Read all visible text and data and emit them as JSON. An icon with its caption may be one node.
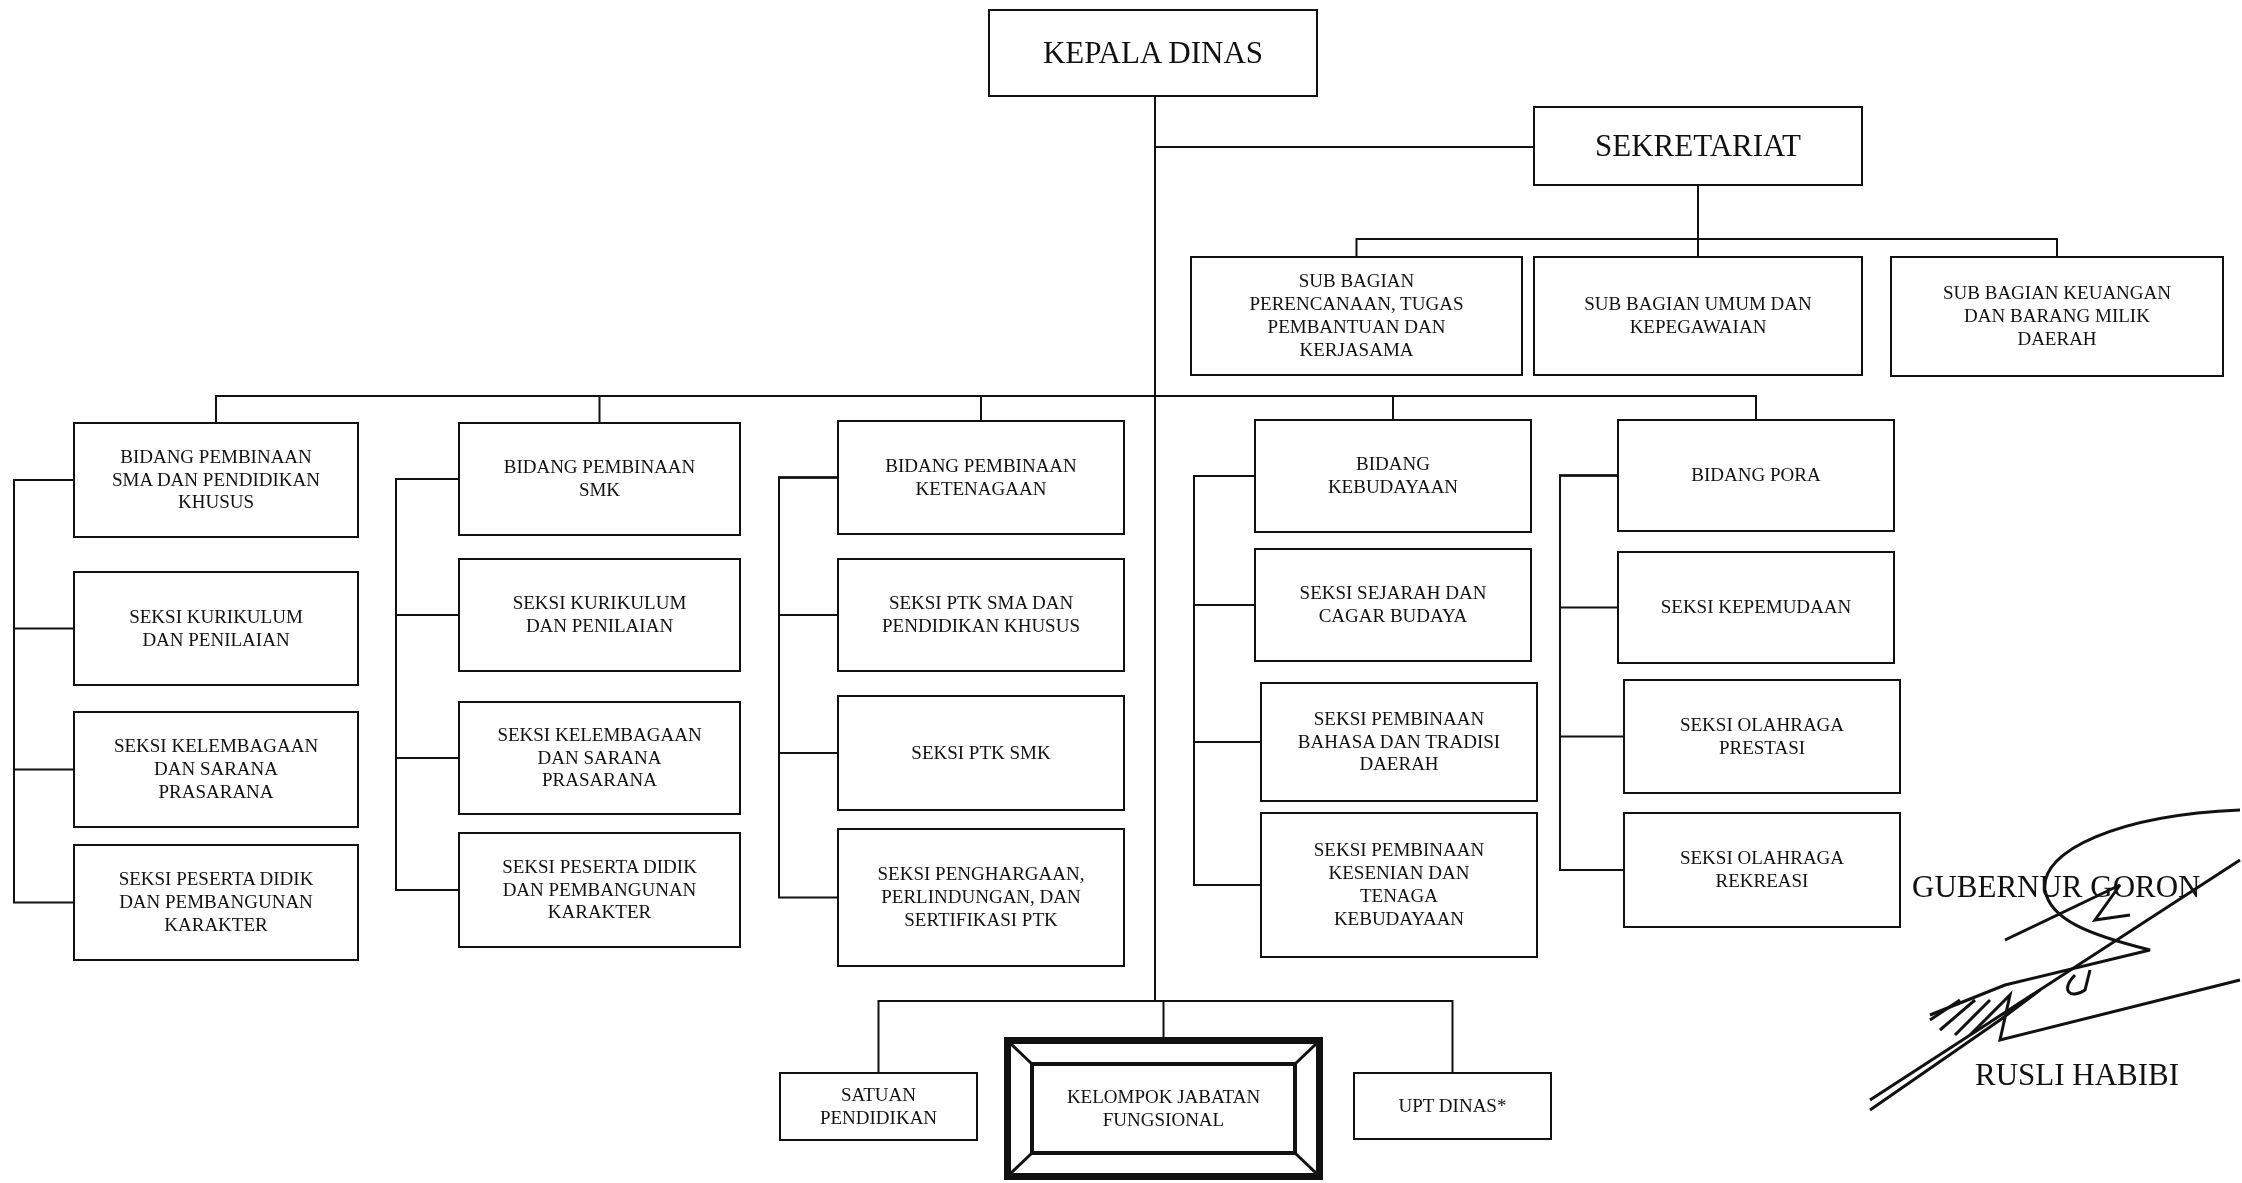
{
  "diagram": {
    "nodes": [
      {
        "text": [
          "KEPALA DINAS"
        ]
      },
      {
        "text": [
          "SEKRETARIAT"
        ]
      },
      {
        "text": [
          "SUB BAGIAN PERENCANAAN, TUGAS PEMBANTUAN DAN KERJASAMA"
        ]
      },
      {
        "text": [
          "SUB BAGIAN UMUM DAN KEPEGAWAIAN"
        ]
      },
      {
        "text": [
          "SUB BAGIAN KEUANGAN DAN BARANG MILIK DAERAH"
        ]
      },
      {
        "text": [
          "BIDANG PEMBINAAN SMA DAN PENDIDIKAN KHUSUS"
        ]
      },
      {
        "text": [
          "SEKSI KURIKULUM DAN PENILAIAN"
        ]
      },
      {
        "text": [
          "SEKSI KELEMBAGAAN DAN SARANA PRASARANA"
        ]
      },
      {
        "text": [
          "SEKSI PESERTA DIDIK DAN PEMBANGUNAN KARAKTER"
        ]
      },
      {
        "text": [
          "BIDANG PEMBINAAN SMK"
        ]
      },
      {
        "text": [
          "SEKSI KURIKULUM DAN PENILAIAN"
        ]
      },
      {
        "text": [
          "SEKSI KELEMBAGAAN DAN SARANA PRASARANA"
        ]
      },
      {
        "text": [
          "SEKSI PESERTA DIDIK DAN PEMBANGUNAN KARAKTER"
        ]
      },
      {
        "text": [
          "BIDANG PEMBINAAN KETENAGAAN"
        ]
      },
      {
        "text": [
          "SEKSI PTK SMA DAN PENDIDIKAN KHUSUS"
        ]
      },
      {
        "text": [
          "SEKSI PTK SMK"
        ]
      },
      {
        "text": [
          "SEKSI PENGHARGAAN, PERLINDUNGAN, DAN SERTIFIKASI PTK"
        ]
      },
      {
        "text": [
          "BIDANG KEBUDAYAAN"
        ]
      },
      {
        "text": [
          "SEKSI SEJARAH DAN CAGAR BUDAYA"
        ]
      },
      {
        "text": [
          "SEKSI PEMBINAAN BAHASA DAN TRADISI DAERAH"
        ]
      },
      {
        "text": [
          "SEKSI PEMBINAAN KESENIAN DAN TENAGA KEBUDAYAAN"
        ]
      },
      {
        "text": [
          "BIDANG PORA"
        ]
      },
      {
        "text": [
          "SEKSI KEPEMUDAAN"
        ]
      },
      {
        "text": [
          "SEKSI OLAHRAGA PRESTASI"
        ]
      },
      {
        "text": [
          "SEKSI OLAHRAGA REKREASI"
        ]
      },
      {
        "text": [
          "SATUAN PENDIDIKAN"
        ]
      },
      {
        "text": [
          "KELOMPOK JABATAN FUNGSIONAL"
        ]
      },
      {
        "text": [
          "UPT DINAS*"
        ]
      }
    ],
    "edges": [
      {
        "from": 0,
        "to": 1,
        "arrow": "none"
      },
      {
        "from": 1,
        "to": 2,
        "arrow": "none"
      },
      {
        "from": 1,
        "to": 3,
        "arrow": "none"
      },
      {
        "from": 1,
        "to": 4,
        "arrow": "none"
      },
      {
        "from": 0,
        "to": 5,
        "arrow": "none"
      },
      {
        "from": 0,
        "to": 9,
        "arrow": "none"
      },
      {
        "from": 0,
        "to": 13,
        "arrow": "none"
      },
      {
        "from": 0,
        "to": 17,
        "arrow": "none"
      },
      {
        "from": 0,
        "to": 21,
        "arrow": "none"
      },
      {
        "from": 5,
        "to": 6,
        "arrow": "none"
      },
      {
        "from": 5,
        "to": 7,
        "arrow": "none"
      },
      {
        "from": 5,
        "to": 8,
        "arrow": "none"
      },
      {
        "from": 9,
        "to": 10,
        "arrow": "none"
      },
      {
        "from": 9,
        "to": 11,
        "arrow": "none"
      },
      {
        "from": 9,
        "to": 12,
        "arrow": "none"
      },
      {
        "from": 13,
        "to": 14,
        "arrow": "none"
      },
      {
        "from": 13,
        "to": 15,
        "arrow": "none"
      },
      {
        "from": 13,
        "to": 16,
        "arrow": "none"
      },
      {
        "from": 17,
        "to": 18,
        "arrow": "none"
      },
      {
        "from": 17,
        "to": 19,
        "arrow": "none"
      },
      {
        "from": 17,
        "to": 20,
        "arrow": "none"
      },
      {
        "from": 21,
        "to": 22,
        "arrow": "none"
      },
      {
        "from": 21,
        "to": 23,
        "arrow": "none"
      },
      {
        "from": 21,
        "to": 24,
        "arrow": "none"
      },
      {
        "from": 0,
        "to": 25,
        "arrow": "none"
      },
      {
        "from": 0,
        "to": 26,
        "arrow": "none"
      },
      {
        "from": 0,
        "to": 27,
        "arrow": "none"
      }
    ],
    "labels": [
      "GUBERNUR GORON",
      "RUSLI HABIBI"
    ]
  }
}
